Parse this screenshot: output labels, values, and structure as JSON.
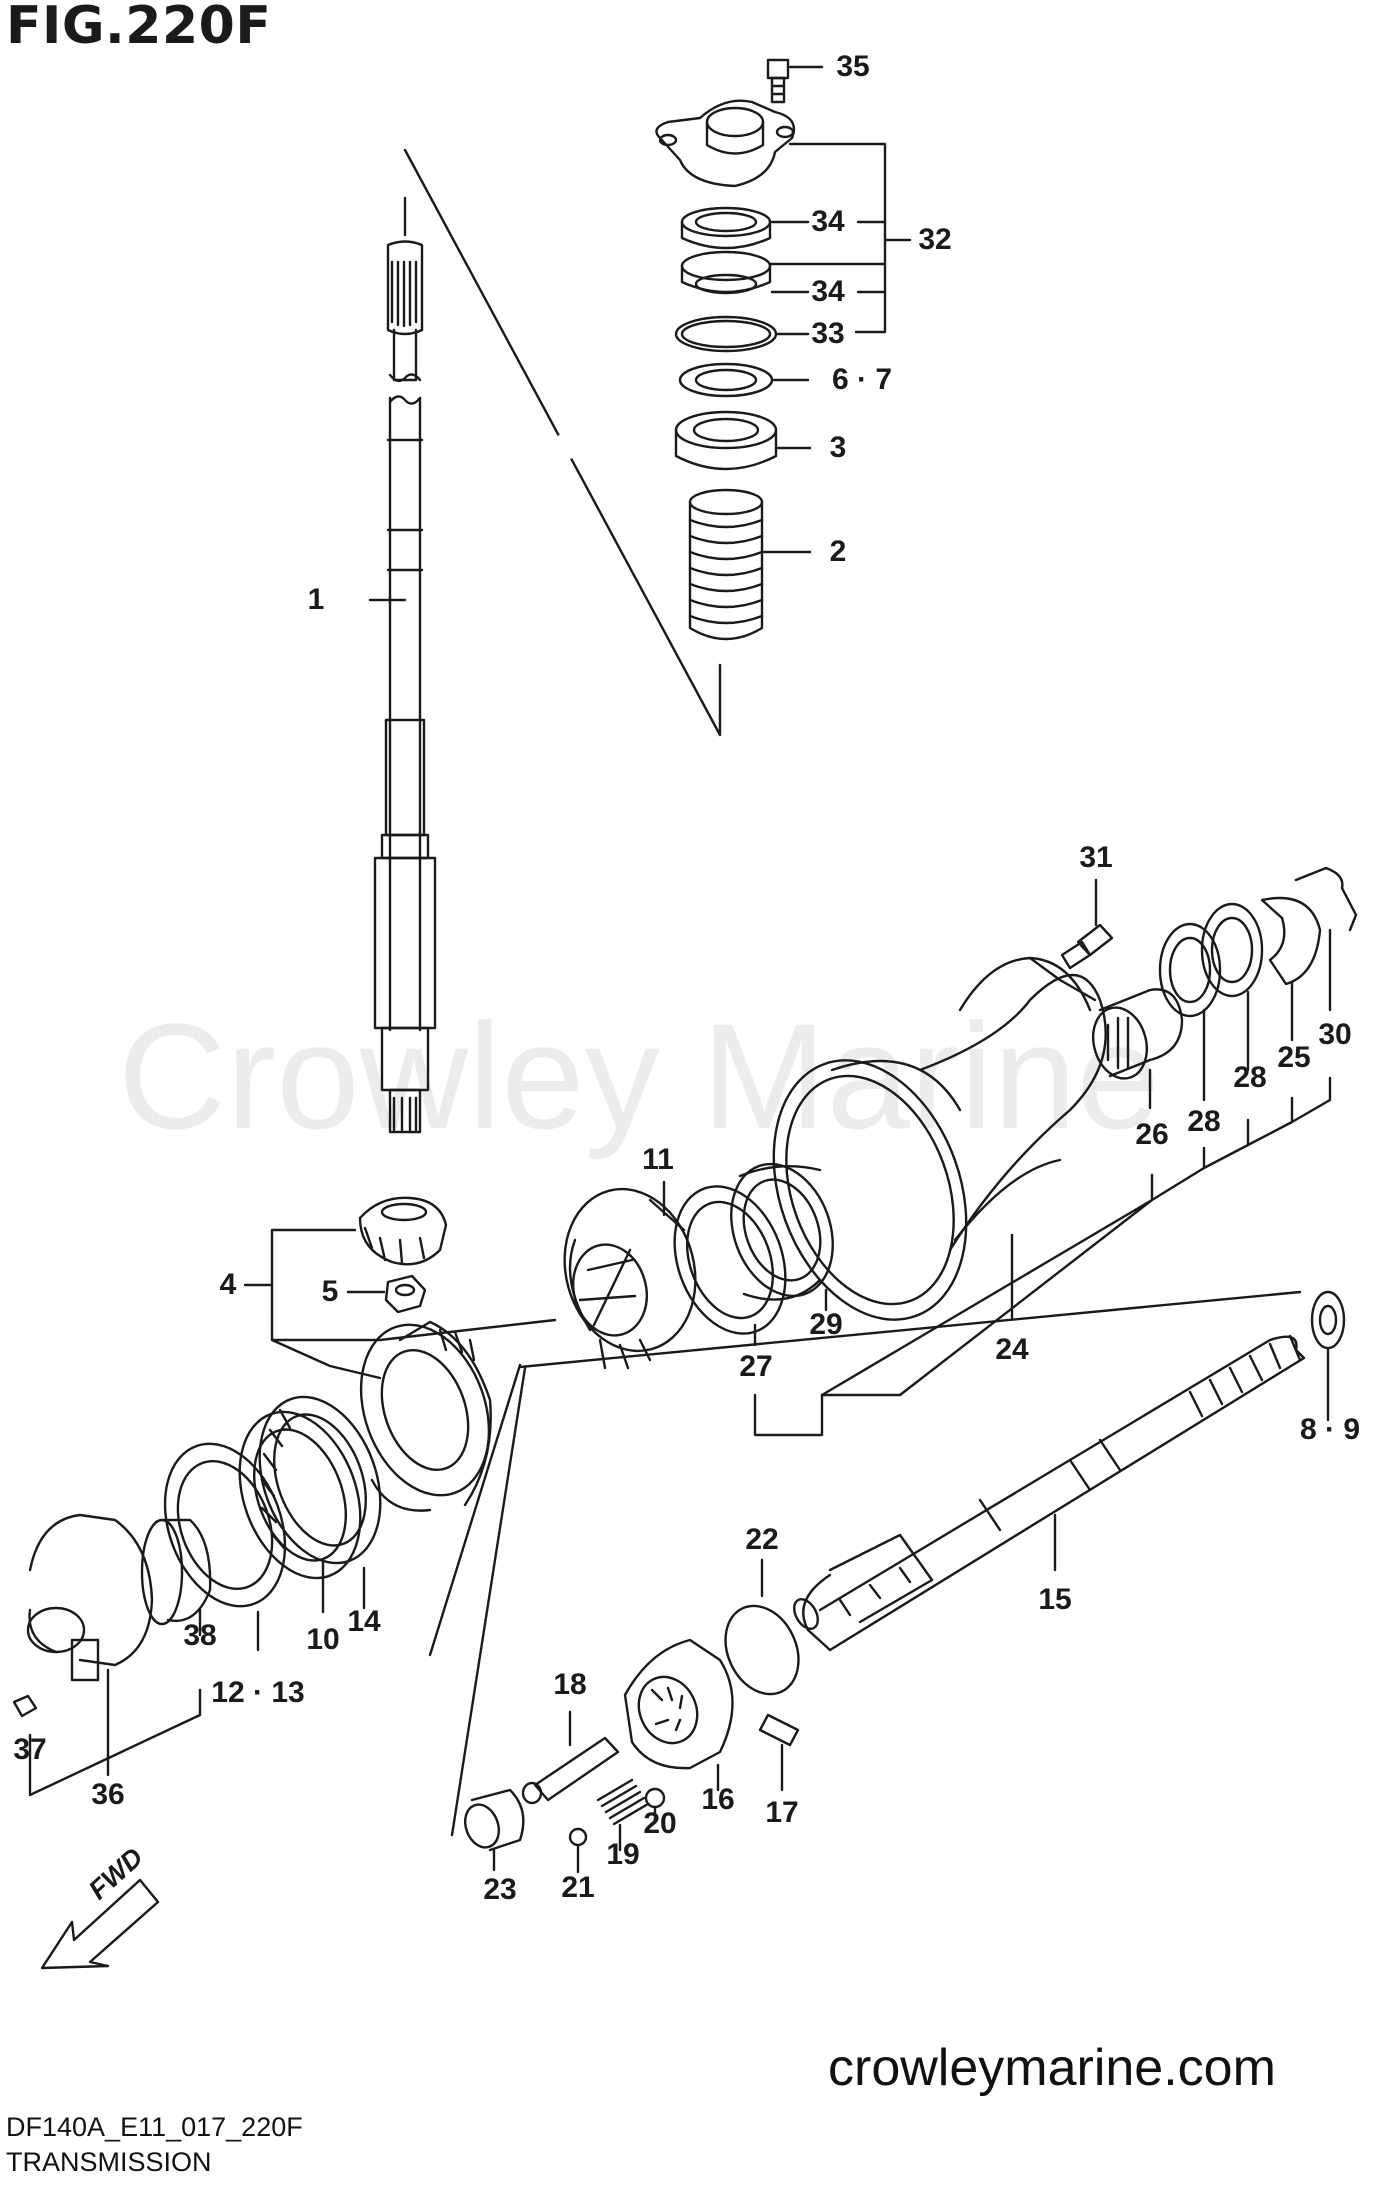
{
  "figure": {
    "title": "FIG.220F",
    "code": "DF140A_E11_017_220F",
    "caption": "TRANSMISSION",
    "website": "crowleymarine.com",
    "watermark": "Crowley Marine",
    "fwd_label": "FWD"
  },
  "callouts": [
    {
      "id": "c1",
      "text": "1"
    },
    {
      "id": "c2",
      "text": "2"
    },
    {
      "id": "c3",
      "text": "3"
    },
    {
      "id": "c4",
      "text": "4"
    },
    {
      "id": "c5",
      "text": "5"
    },
    {
      "id": "c67",
      "text": "6 · 7"
    },
    {
      "id": "c89",
      "text": "8 · 9"
    },
    {
      "id": "c10",
      "text": "10"
    },
    {
      "id": "c11",
      "text": "11"
    },
    {
      "id": "c1213",
      "text": "12 · 13"
    },
    {
      "id": "c14",
      "text": "14"
    },
    {
      "id": "c15",
      "text": "15"
    },
    {
      "id": "c16",
      "text": "16"
    },
    {
      "id": "c17",
      "text": "17"
    },
    {
      "id": "c18",
      "text": "18"
    },
    {
      "id": "c19",
      "text": "19"
    },
    {
      "id": "c20",
      "text": "20"
    },
    {
      "id": "c21",
      "text": "21"
    },
    {
      "id": "c22",
      "text": "22"
    },
    {
      "id": "c23",
      "text": "23"
    },
    {
      "id": "c24",
      "text": "24"
    },
    {
      "id": "c25",
      "text": "25"
    },
    {
      "id": "c26",
      "text": "26"
    },
    {
      "id": "c27",
      "text": "27"
    },
    {
      "id": "c28a",
      "text": "28"
    },
    {
      "id": "c28b",
      "text": "28"
    },
    {
      "id": "c29",
      "text": "29"
    },
    {
      "id": "c30",
      "text": "30"
    },
    {
      "id": "c31",
      "text": "31"
    },
    {
      "id": "c32",
      "text": "32"
    },
    {
      "id": "c33",
      "text": "33"
    },
    {
      "id": "c34a",
      "text": "34"
    },
    {
      "id": "c34b",
      "text": "34"
    },
    {
      "id": "c35",
      "text": "35"
    },
    {
      "id": "c36",
      "text": "36"
    },
    {
      "id": "c37",
      "text": "37"
    },
    {
      "id": "c38",
      "text": "38"
    }
  ],
  "colors": {
    "line": "#1a1a1a",
    "watermark": "#ececec",
    "background": "#ffffff"
  }
}
